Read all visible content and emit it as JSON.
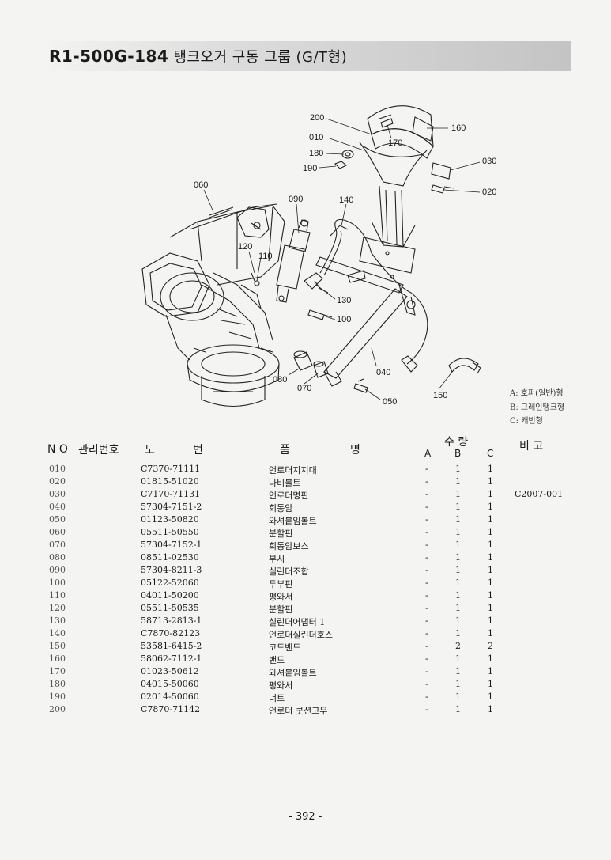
{
  "header": {
    "code": "R1-500G-184",
    "title": "탱크오거 구동 그룹 (G/T형)"
  },
  "callouts": [
    "200",
    "010",
    "180",
    "190",
    "060",
    "090",
    "140",
    "160",
    "170",
    "030",
    "020",
    "120",
    "110",
    "130",
    "100",
    "080",
    "070",
    "040",
    "050",
    "150"
  ],
  "legend": [
    "A: 호퍼(일반)형",
    "B: 그레인탱크형",
    "C: 캐빈형"
  ],
  "table": {
    "headers": {
      "no": "N O",
      "mgmt": "관리번호",
      "drawing_1": "도",
      "drawing_2": "번",
      "name_1": "품",
      "name_2": "명",
      "qty": "수 량",
      "note": "비 고",
      "qty_a": "A",
      "qty_b": "B",
      "qty_c": "C"
    },
    "rows": [
      {
        "no": "010",
        "part": "C7370-71111",
        "name": "언로더지지대",
        "a": "-",
        "b": "1",
        "c": "1",
        "note": ""
      },
      {
        "no": "020",
        "part": "01815-51020",
        "name": "나비볼트",
        "a": "-",
        "b": "1",
        "c": "1",
        "note": ""
      },
      {
        "no": "030",
        "part": "C7170-71131",
        "name": "언로더명판",
        "a": "-",
        "b": "1",
        "c": "1",
        "note": "C2007-001"
      },
      {
        "no": "040",
        "part": "57304-7151-2",
        "name": "회동암",
        "a": "-",
        "b": "1",
        "c": "1",
        "note": ""
      },
      {
        "no": "050",
        "part": "01123-50820",
        "name": "와셔붙임볼트",
        "a": "-",
        "b": "1",
        "c": "1",
        "note": ""
      },
      {
        "no": "060",
        "part": "05511-50550",
        "name": "분할핀",
        "a": "-",
        "b": "1",
        "c": "1",
        "note": ""
      },
      {
        "no": "070",
        "part": "57304-7152-1",
        "name": "회동암보스",
        "a": "-",
        "b": "1",
        "c": "1",
        "note": ""
      },
      {
        "no": "080",
        "part": "08511-02530",
        "name": "부시",
        "a": "-",
        "b": "1",
        "c": "1",
        "note": ""
      },
      {
        "no": "090",
        "part": "57304-8211-3",
        "name": "실린더조합",
        "a": "-",
        "b": "1",
        "c": "1",
        "note": ""
      },
      {
        "no": "100",
        "part": "05122-52060",
        "name": "두부핀",
        "a": "-",
        "b": "1",
        "c": "1",
        "note": ""
      },
      {
        "no": "110",
        "part": "04011-50200",
        "name": "평와서",
        "a": "-",
        "b": "1",
        "c": "1",
        "note": ""
      },
      {
        "no": "120",
        "part": "05511-50535",
        "name": "분할핀",
        "a": "-",
        "b": "1",
        "c": "1",
        "note": ""
      },
      {
        "no": "130",
        "part": "58713-2813-1",
        "name": "실린더어댑터 1",
        "a": "-",
        "b": "1",
        "c": "1",
        "note": ""
      },
      {
        "no": "140",
        "part": "C7870-82123",
        "name": "언로더실린더호스",
        "a": "-",
        "b": "1",
        "c": "1",
        "note": ""
      },
      {
        "no": "150",
        "part": "53581-6415-2",
        "name": "코드밴드",
        "a": "-",
        "b": "2",
        "c": "2",
        "note": ""
      },
      {
        "no": "160",
        "part": "58062-7112-1",
        "name": "밴드",
        "a": "-",
        "b": "1",
        "c": "1",
        "note": ""
      },
      {
        "no": "170",
        "part": "01023-50612",
        "name": "와셔붙임볼트",
        "a": "-",
        "b": "1",
        "c": "1",
        "note": ""
      },
      {
        "no": "180",
        "part": "04015-50060",
        "name": "평와서",
        "a": "-",
        "b": "1",
        "c": "1",
        "note": ""
      },
      {
        "no": "190",
        "part": "02014-50060",
        "name": "너트",
        "a": "-",
        "b": "1",
        "c": "1",
        "note": ""
      },
      {
        "no": "200",
        "part": "C7870-71142",
        "name": "언로더 쿳션고무",
        "a": "-",
        "b": "1",
        "c": "1",
        "note": ""
      }
    ]
  },
  "page_number": "- 392 -"
}
